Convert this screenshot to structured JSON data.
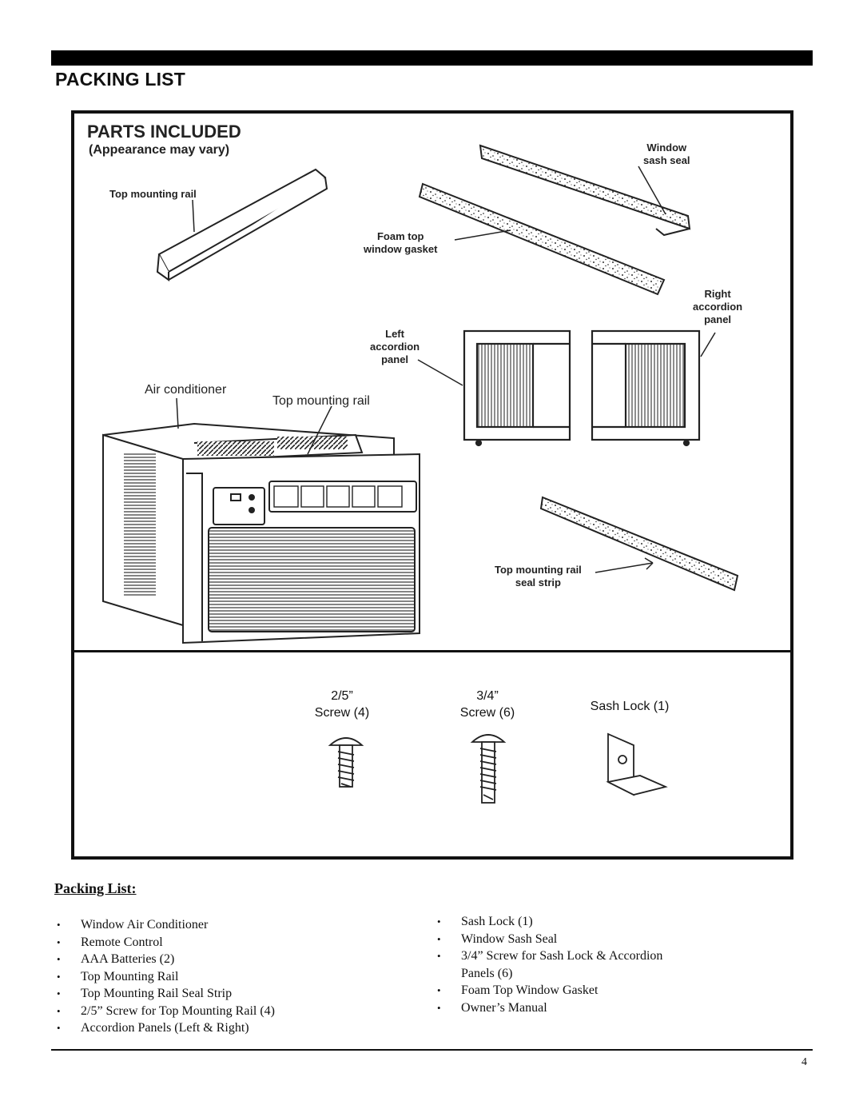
{
  "page": {
    "heading": "PACKING LIST",
    "page_number": "4"
  },
  "figure": {
    "title": "PARTS INCLUDED",
    "subtitle": "(Appearance may vary)",
    "labels": {
      "top_rail_1": "Top mounting rail",
      "sash_seal": "Window\nsash seal",
      "foam_gasket": "Foam top\nwindow gasket",
      "right_panel": "Right\naccordion\npanel",
      "left_panel": "Left\naccordion\npanel",
      "air_conditioner": "Air conditioner",
      "top_rail_2": "Top mounting rail",
      "seal_strip": "Top mounting rail\nseal strip"
    },
    "hardware": [
      {
        "label": "2/5”\nScrew (4)"
      },
      {
        "label": "3/4”\nScrew (6)"
      },
      {
        "label": "Sash Lock (1)"
      }
    ]
  },
  "packing_list": {
    "title": "Packing List:",
    "left": [
      "Window Air Conditioner",
      "Remote Control",
      "AAA Batteries (2)",
      "Top Mounting Rail",
      "Top Mounting Rail Seal Strip",
      "2/5” Screw for Top Mounting Rail (4)",
      "Accordion Panels (Left & Right)"
    ],
    "right": [
      "Sash Lock (1)",
      "Window Sash Seal",
      "3/4” Screw for Sash Lock & Accordion Panels (6)",
      "Foam Top Window Gasket",
      "Owner’s Manual"
    ]
  }
}
